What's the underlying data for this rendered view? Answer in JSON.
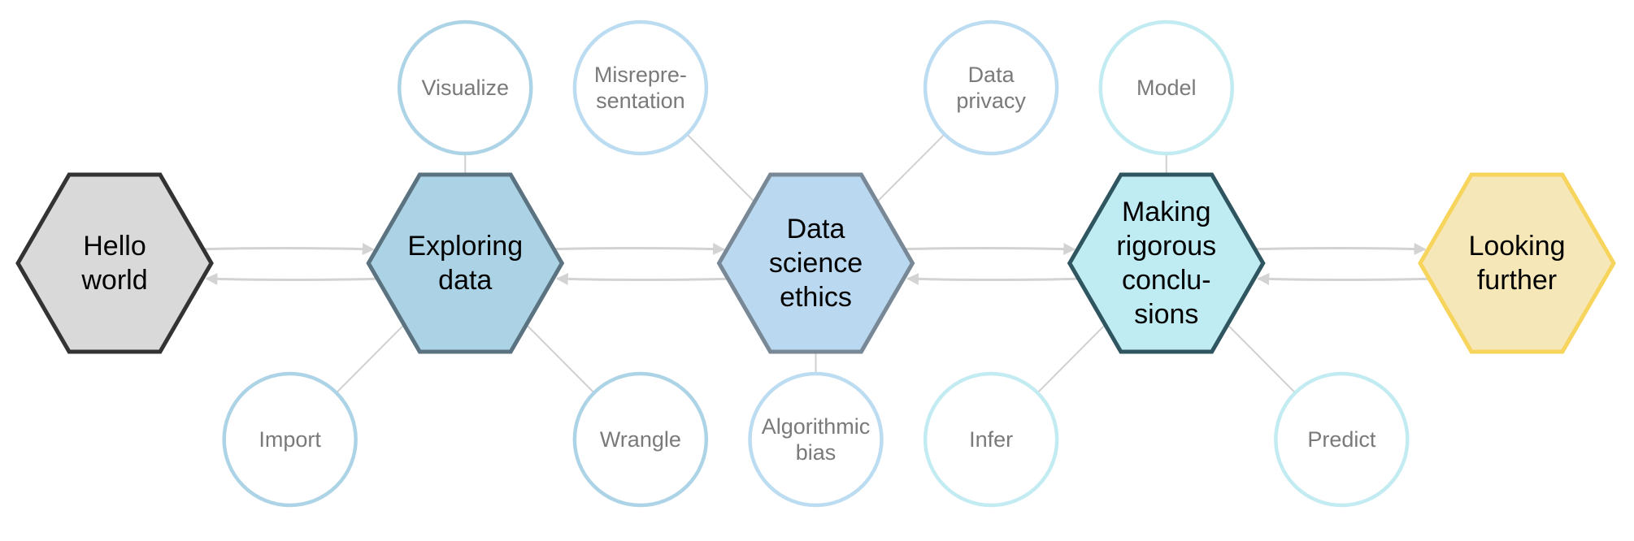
{
  "diagram": {
    "type": "course-flow",
    "modules": [
      {
        "id": "hello",
        "lines": [
          "Hello",
          "world"
        ],
        "fill": "#d9d9d9",
        "stroke": "#333333"
      },
      {
        "id": "explore",
        "lines": [
          "Exploring",
          "data"
        ],
        "fill": "#acd3e5",
        "stroke": "#5b7380"
      },
      {
        "id": "ethics",
        "lines": [
          "Data",
          "science",
          "ethics"
        ],
        "fill": "#bad9f0",
        "stroke": "#788896"
      },
      {
        "id": "rigor",
        "lines": [
          "Making",
          "rigorous",
          "conclu-",
          "sions"
        ],
        "fill": "#bfebf2",
        "stroke": "#2f5660"
      },
      {
        "id": "further",
        "lines": [
          "Looking",
          "further"
        ],
        "fill": "#f5e7b7",
        "stroke": "#f7d45c"
      }
    ],
    "topics": [
      {
        "id": "visualize",
        "parent": "explore",
        "pos": "top",
        "lines": [
          "Visualize"
        ],
        "stroke": "#add4e6"
      },
      {
        "id": "import",
        "parent": "explore",
        "pos": "bottom-left",
        "lines": [
          "Import"
        ],
        "stroke": "#add4e6"
      },
      {
        "id": "wrangle",
        "parent": "explore",
        "pos": "bottom-right",
        "lines": [
          "Wrangle"
        ],
        "stroke": "#add4e6"
      },
      {
        "id": "misrep",
        "parent": "ethics",
        "pos": "top-left",
        "lines": [
          "Misrepre-",
          "sentation"
        ],
        "stroke": "#bcdcf2"
      },
      {
        "id": "privacy",
        "parent": "ethics",
        "pos": "top-right",
        "lines": [
          "Data",
          "privacy"
        ],
        "stroke": "#bcdcf2"
      },
      {
        "id": "algobias",
        "parent": "ethics",
        "pos": "bottom",
        "lines": [
          "Algorithmic",
          "bias"
        ],
        "stroke": "#bcdcf2"
      },
      {
        "id": "model",
        "parent": "rigor",
        "pos": "top",
        "lines": [
          "Model"
        ],
        "stroke": "#c2ebf2"
      },
      {
        "id": "infer",
        "parent": "rigor",
        "pos": "bottom-left",
        "lines": [
          "Infer"
        ],
        "stroke": "#c2ebf2"
      },
      {
        "id": "predict",
        "parent": "rigor",
        "pos": "bottom-right",
        "lines": [
          "Predict"
        ],
        "stroke": "#c2ebf2"
      }
    ],
    "flows": [
      {
        "from": "hello",
        "to": "explore",
        "bidirectional": true
      },
      {
        "from": "explore",
        "to": "ethics",
        "bidirectional": true
      },
      {
        "from": "ethics",
        "to": "rigor",
        "bidirectional": true
      },
      {
        "from": "rigor",
        "to": "further",
        "bidirectional": true
      }
    ],
    "colors": {
      "edge": "#d0d0d0",
      "flow": "#d3d3d3",
      "topic_text": "#7a7a7a",
      "module_text": "#000000"
    }
  }
}
